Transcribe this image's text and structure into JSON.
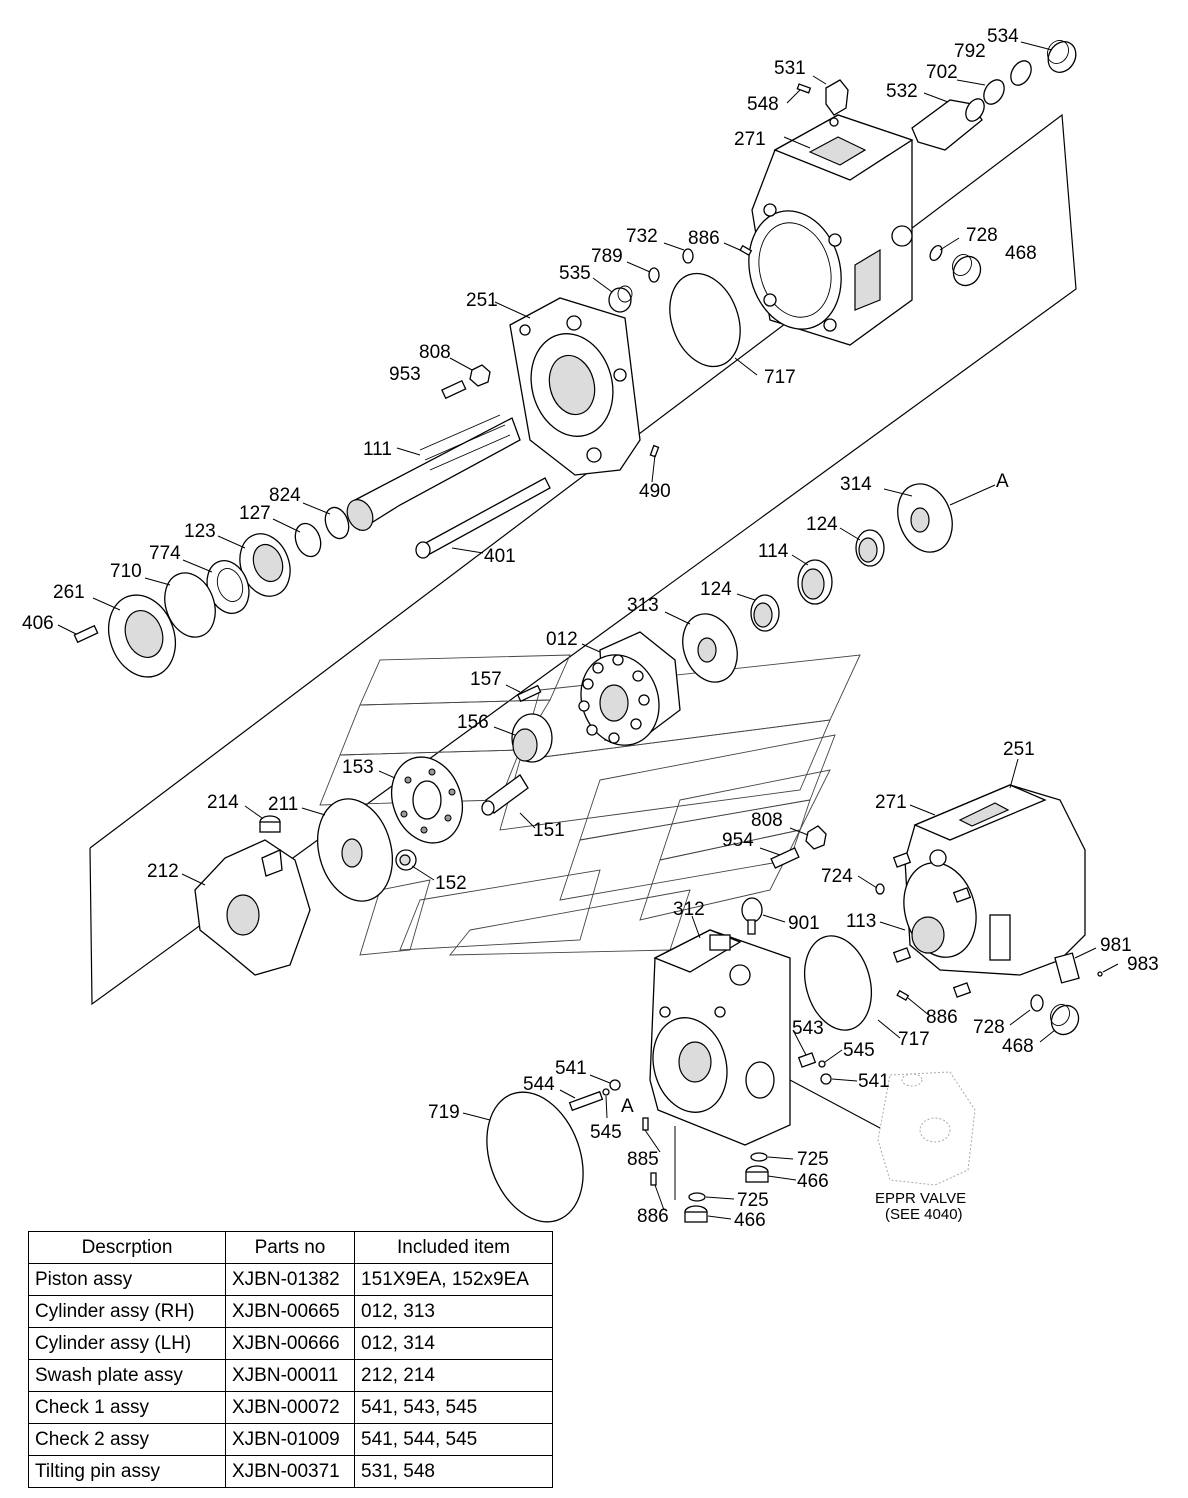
{
  "labels": {
    "l534": "534",
    "l792": "792",
    "l531": "531",
    "l702": "702",
    "l548": "548",
    "l532": "532",
    "l271a": "271",
    "l732": "732",
    "l886a": "886",
    "l728a": "728",
    "l789": "789",
    "l468a": "468",
    "l535": "535",
    "l251a": "251",
    "l808a": "808",
    "l953": "953",
    "l717a": "717",
    "l111": "111",
    "l490": "490",
    "l314": "314",
    "lA1": "A",
    "l824": "824",
    "l127": "127",
    "l123": "123",
    "l124a": "124",
    "l774": "774",
    "l710": "710",
    "l114": "114",
    "l261": "261",
    "l401": "401",
    "l124b": "124",
    "l406": "406",
    "l313": "313",
    "l012": "012",
    "l157": "157",
    "l156": "156",
    "l153": "153",
    "l251b": "251",
    "l271b": "271",
    "l214": "214",
    "l211": "211",
    "l151": "151",
    "l808b": "808",
    "l954": "954",
    "l212": "212",
    "l152": "152",
    "l724": "724",
    "l312": "312",
    "l901": "901",
    "l113": "113",
    "l981": "981",
    "l983": "983",
    "l886b": "886",
    "l543": "543",
    "l728b": "728",
    "l717b": "717",
    "l545a": "545",
    "l468b": "468",
    "l541a": "541",
    "l544": "544",
    "l541b": "541",
    "lA2": "A",
    "l719": "719",
    "l545b": "545",
    "l885": "885",
    "l725a": "725",
    "l466a": "466",
    "l725b": "725",
    "l886c": "886",
    "l466b": "466",
    "eppr_line1": "EPPR VALVE",
    "eppr_line2": "(SEE 4040)"
  },
  "table": {
    "headers": [
      "Descrption",
      "Parts no",
      "Included item"
    ],
    "rows": [
      {
        "description": "Piston assy",
        "parts_no": "XJBN-01382",
        "included": "151X9EA, 152x9EA"
      },
      {
        "description": "Cylinder assy (RH)",
        "parts_no": "XJBN-00665",
        "included": "012, 313"
      },
      {
        "description": "Cylinder assy (LH)",
        "parts_no": "XJBN-00666",
        "included": "012, 314"
      },
      {
        "description": "Swash plate assy",
        "parts_no": "XJBN-00011",
        "included": "212, 214"
      },
      {
        "description": "Check 1 assy",
        "parts_no": "XJBN-00072",
        "included": "541, 543, 545"
      },
      {
        "description": "Check 2 assy",
        "parts_no": "XJBN-01009",
        "included": "541, 544, 545"
      },
      {
        "description": "Tilting pin assy",
        "parts_no": "XJBN-00371",
        "included": "531, 548"
      }
    ]
  }
}
